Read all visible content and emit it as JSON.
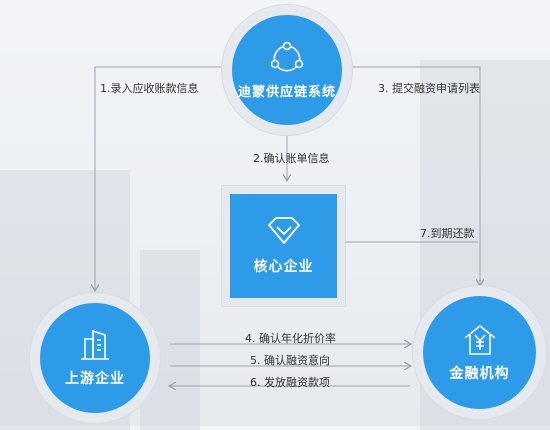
{
  "nodes": {
    "dimeng": "迪蒙供应链系统",
    "core": "核心企业",
    "upstream": "上游企业",
    "finance": "金融机构"
  },
  "steps": {
    "s1": "1.录入应收账款信息",
    "s2": "2.确认账单信息",
    "s3": "3. 提交融资申请列表",
    "s4": "4. 确认年化折价率",
    "s5": "5. 确认融资意向",
    "s6": "6. 发放融资款项",
    "s7": "7.到期还款"
  },
  "colors": {
    "node_blue": "#2e9be8",
    "line_gray": "#9aa3ad"
  }
}
